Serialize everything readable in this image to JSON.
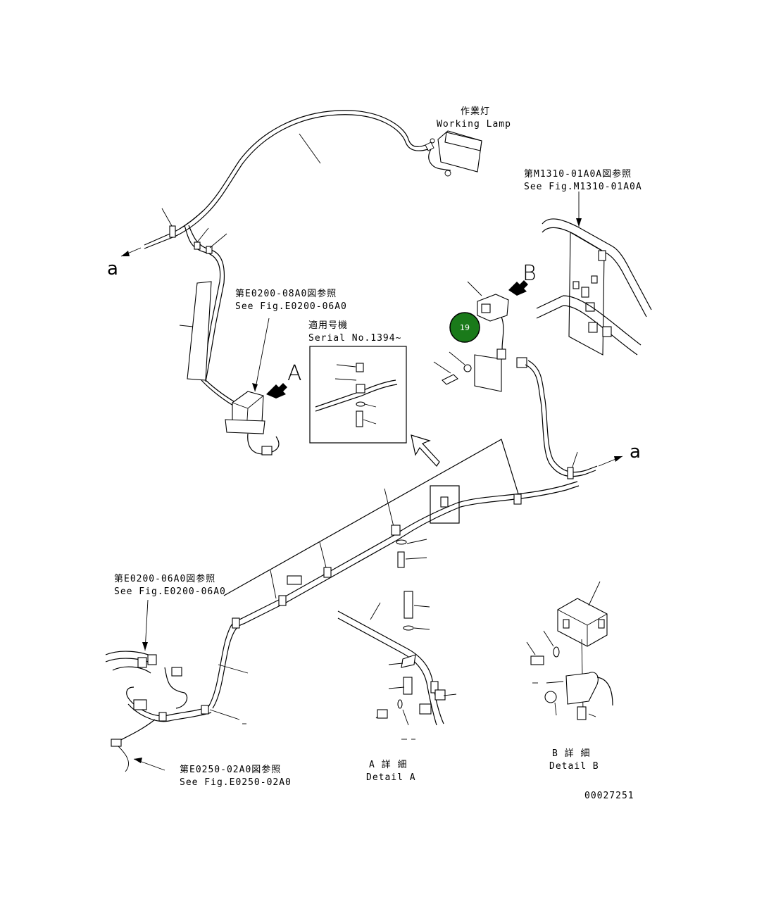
{
  "diagram": {
    "working_lamp": {
      "label_jp": "作業灯",
      "label_en": "Working Lamp"
    },
    "ref_m1310": {
      "jp": "第M1310-01A0A図参照",
      "en": "See Fig.M1310-01A0A"
    },
    "ref_e0200_08": {
      "jp": "第E0200-08A0図参照",
      "en": "See Fig.E0200-06A0"
    },
    "ref_e0200_06": {
      "jp": "第E0200-06A0図参照",
      "en": "See Fig.E0200-06A0"
    },
    "ref_e0250": {
      "jp": "第E0250-02A0図参照",
      "en": "See Fig.E0250-02A0"
    },
    "serial": {
      "jp": "適用号機",
      "en": "Serial No.1394~"
    },
    "view_a": "A",
    "view_b": "B",
    "connector_a": "a",
    "detail_a": {
      "jp": "A 詳 細",
      "en": "Detail A"
    },
    "detail_b": {
      "jp": "B 詳 細",
      "en": "Detail B"
    },
    "callout": {
      "number": "19",
      "color": "#1a7a1a"
    },
    "drawing_number": "00027251"
  }
}
